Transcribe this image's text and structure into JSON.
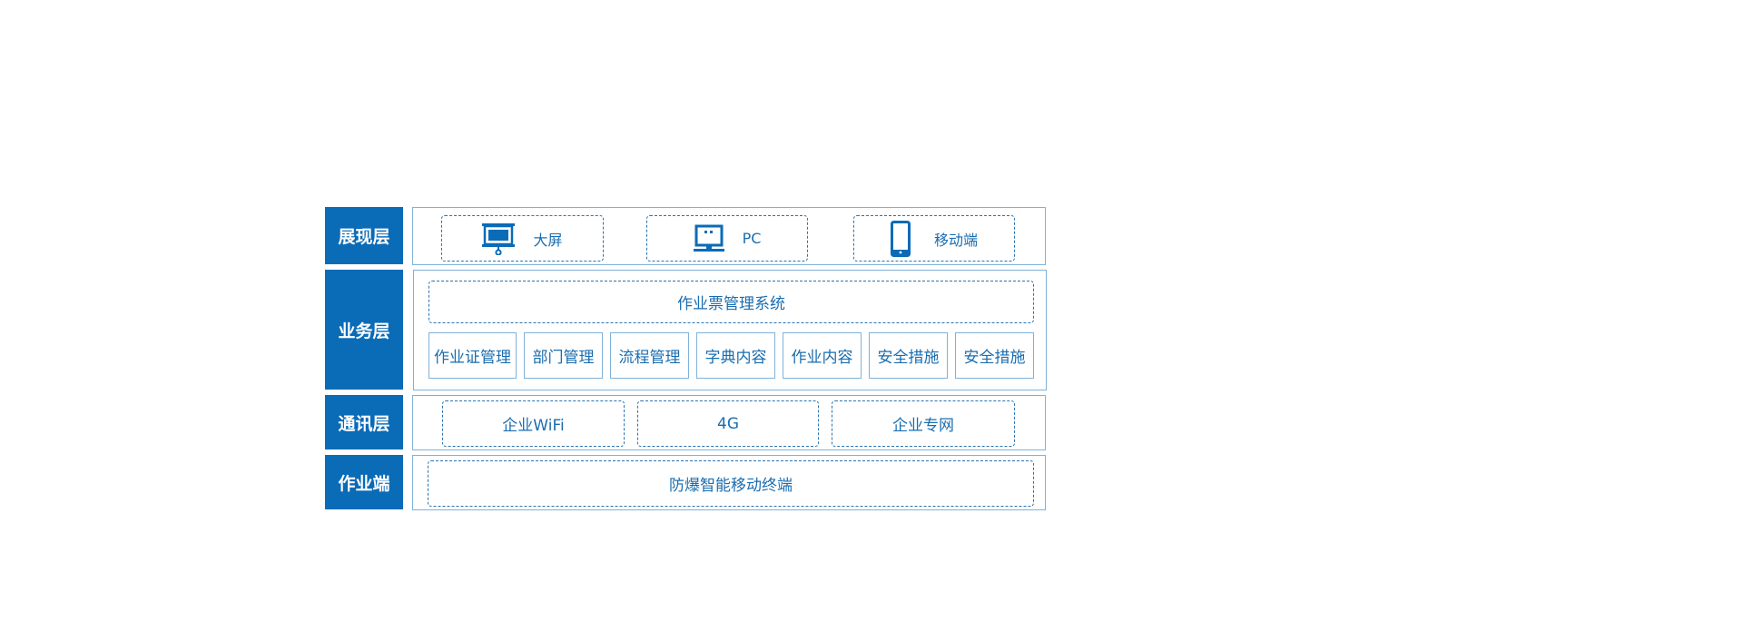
{
  "colors": {
    "label_bg": "#0a6bb7",
    "label_text": "#ffffff",
    "box_text": "#1a6db0",
    "panel_border": "#7fb2d9",
    "dash_border": "#2a73b2"
  },
  "layers": {
    "presentation": {
      "label": "展现层",
      "items": [
        {
          "label": "大屏",
          "icon": "projector-screen-icon"
        },
        {
          "label": "PC",
          "icon": "desktop-monitor-icon"
        },
        {
          "label": "移动端",
          "icon": "mobile-phone-icon"
        }
      ]
    },
    "business": {
      "label": "业务层",
      "system": "作业票管理系统",
      "modules": [
        "作业证管理",
        "部门管理",
        "流程管理",
        "字典内容",
        "作业内容",
        "安全措施",
        "安全措施"
      ]
    },
    "communication": {
      "label": "通讯层",
      "items": [
        "企业WiFi",
        "4G",
        "企业专网"
      ]
    },
    "terminal": {
      "label": "作业端",
      "device": "防爆智能移动终端"
    }
  }
}
